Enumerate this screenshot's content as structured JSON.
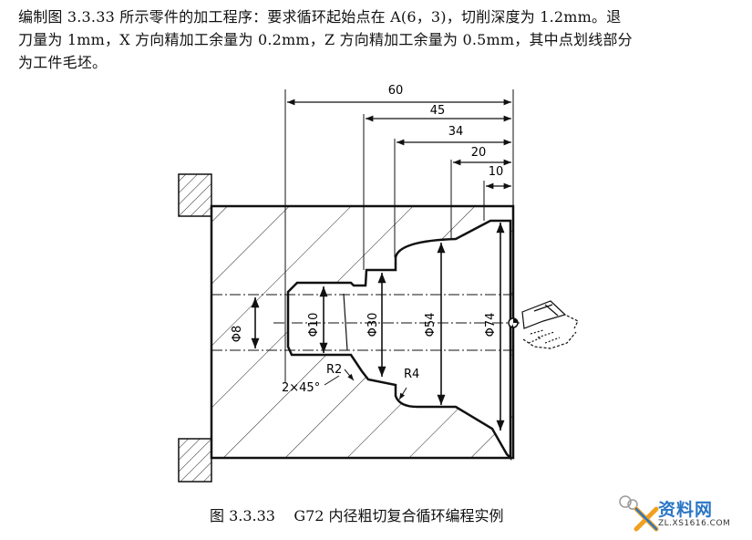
{
  "description": {
    "line1": "编制图 3.3.33 所示零件的加工程序：要求循环起始点在 A(6，3)，切削深度为 1.2mm。退",
    "line2": "刀量为 1mm，X 方向精加工余量为 0.2mm，Z 方向精加工余量为 0.5mm，其中点划线部分",
    "line3": "为工件毛坯。"
  },
  "dimensions": {
    "d60": "60",
    "d45": "45",
    "d34": "34",
    "d20": "20",
    "d10": "10",
    "dia8": "Φ8",
    "dia10": "Φ10",
    "dia30": "Φ30",
    "dia54": "Φ54",
    "dia74": "Φ74",
    "r2": "R2",
    "r4": "R4",
    "chamfer": "2×45°"
  },
  "caption": {
    "figure_no": "图 3.3.33",
    "title": "G72 内径粗切复合循环编程实例"
  },
  "watermark": {
    "brand": "资料网",
    "url": "ZL.XS1616.COM",
    "logo_letter": "X"
  }
}
